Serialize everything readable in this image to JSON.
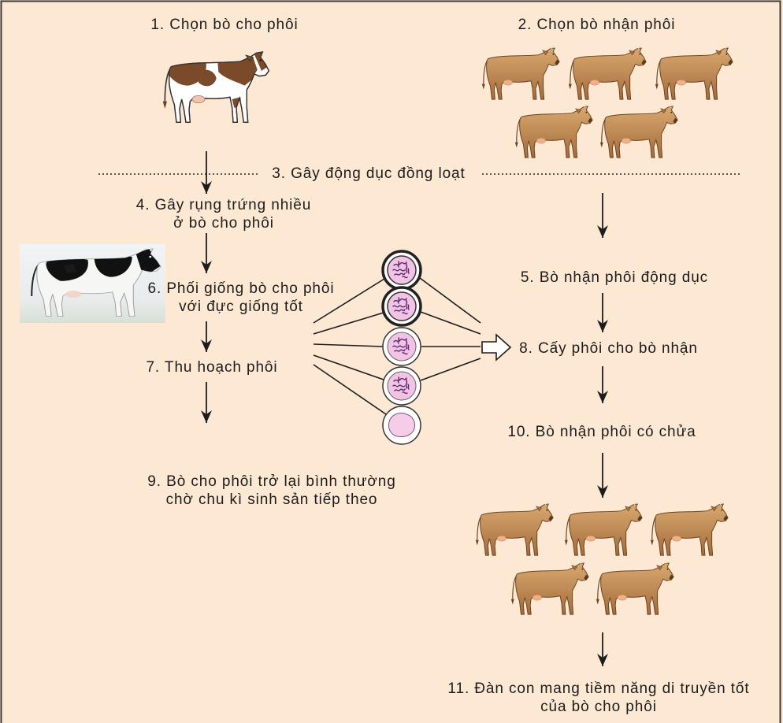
{
  "steps": {
    "s1": "1. Chọn bò cho phôi",
    "s2": "2. Chọn bò nhận phôi",
    "s3": "3. Gây động dục đồng loạt",
    "s4": [
      "4. Gây rụng trứng nhiều",
      "ở bò cho phôi"
    ],
    "s5": "5. Bò nhận phôi động dục",
    "s6": [
      "6. Phối giống bò cho phôi",
      "với đực giống tốt"
    ],
    "s7": "7. Thu hoạch phôi",
    "s8": "8. Cấy phôi cho bò nhận",
    "s9": [
      "9. Bò cho phôi trở lại bình thường",
      "chờ chu kì sinh sản tiếp theo"
    ],
    "s10": "10. Bò nhận phôi có chửa",
    "s11": [
      "11. Đàn con mang tiềm năng di truyền tốt",
      "của bò cho phôi"
    ]
  },
  "icons": {
    "donor_cow": "holstein-cow-icon",
    "donor_cow_photo": "black-white-cow-photo",
    "recipient_cow": "brown-cow-icon",
    "embryo": "embryo-icon",
    "arrow": "arrow-down-icon",
    "transfer": "hollow-arrow-right-icon"
  },
  "colors": {
    "background": "#fde9d3",
    "text": "#1c1c1c",
    "line": "#1c1c1c",
    "recipient_cow": "#c28c55",
    "embryo": "#f2c3e3"
  }
}
